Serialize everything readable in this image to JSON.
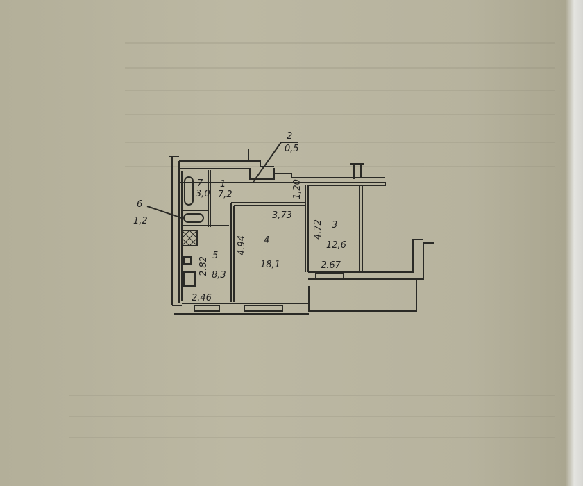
{
  "rooms": [
    {
      "number": "1",
      "area": "7,2"
    },
    {
      "number": "2",
      "area": "0,5"
    },
    {
      "number": "3",
      "area": "12,6"
    },
    {
      "number": "4",
      "area": "18,1"
    },
    {
      "number": "5",
      "area": "8,3"
    },
    {
      "number": "6",
      "area": "1,2"
    },
    {
      "number": "7",
      "area": "3,0"
    }
  ],
  "dimensions": {
    "room4_width": "3,73",
    "room4_length": "4.94",
    "room3_length": "4.72",
    "corridor": "1,20",
    "room3_width": "2.67",
    "room5_length": "2.82",
    "room5_width": "2.46"
  }
}
